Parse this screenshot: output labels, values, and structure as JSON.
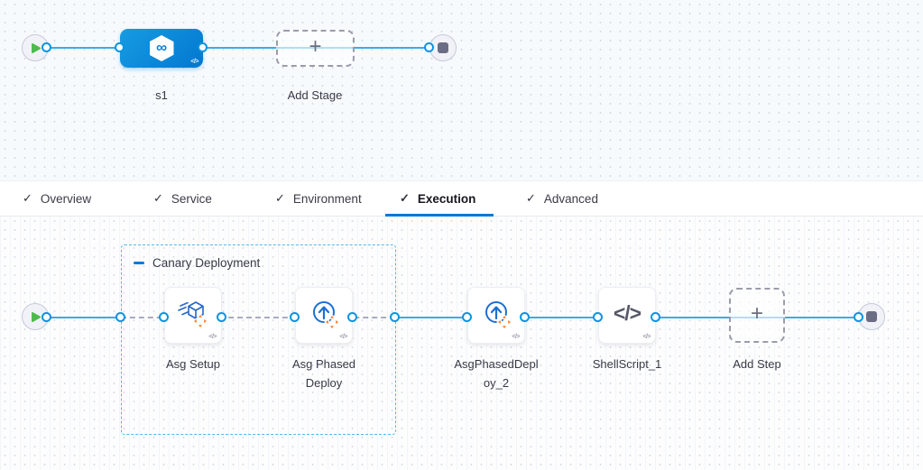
{
  "colors": {
    "stage_blue_gradient_start": "#179CE2",
    "stage_blue_gradient_end": "#0277D0",
    "connector_blue": "#39ADE6",
    "port_ring_blue": "#0995E2",
    "dashed_connector_gray": "#A9ABBE",
    "group_border_blue": "#55B7E6",
    "tab_underline_blue": "#0278D5",
    "accent_orange": "#FF7A21",
    "icon_blue": "#2467C8",
    "play_green": "#4DBB4D",
    "stop_gray": "#6B6D84",
    "label_dark": "#383946"
  },
  "icons": {
    "check": "✓",
    "plus": "+",
    "code": "</>",
    "infinity": "∞",
    "start": "play-icon",
    "end": "stop-icon"
  },
  "stage_canvas": {
    "stage_label": "s1",
    "add_stage_label": "Add Stage"
  },
  "tabs": [
    {
      "label": "Overview",
      "checked": true,
      "active": false
    },
    {
      "label": "Service",
      "checked": true,
      "active": false
    },
    {
      "label": "Environment",
      "checked": true,
      "active": false
    },
    {
      "label": "Execution",
      "checked": true,
      "active": true
    },
    {
      "label": "Advanced",
      "checked": true,
      "active": false
    }
  ],
  "execution_canvas": {
    "group_label": "Canary Deployment",
    "steps": [
      {
        "label": "Asg Setup",
        "icon": "asg-setup-cube-icon"
      },
      {
        "label": "Asg Phased Deploy",
        "icon": "asg-phased-deploy-circle-arrow-icon"
      },
      {
        "label": "AsgPhasedDeploy_2",
        "icon": "asg-phased-deploy-circle-arrow-icon"
      },
      {
        "label": "ShellScript_1",
        "icon": "shell-script-code-icon"
      }
    ],
    "add_step_label": "Add Step"
  }
}
